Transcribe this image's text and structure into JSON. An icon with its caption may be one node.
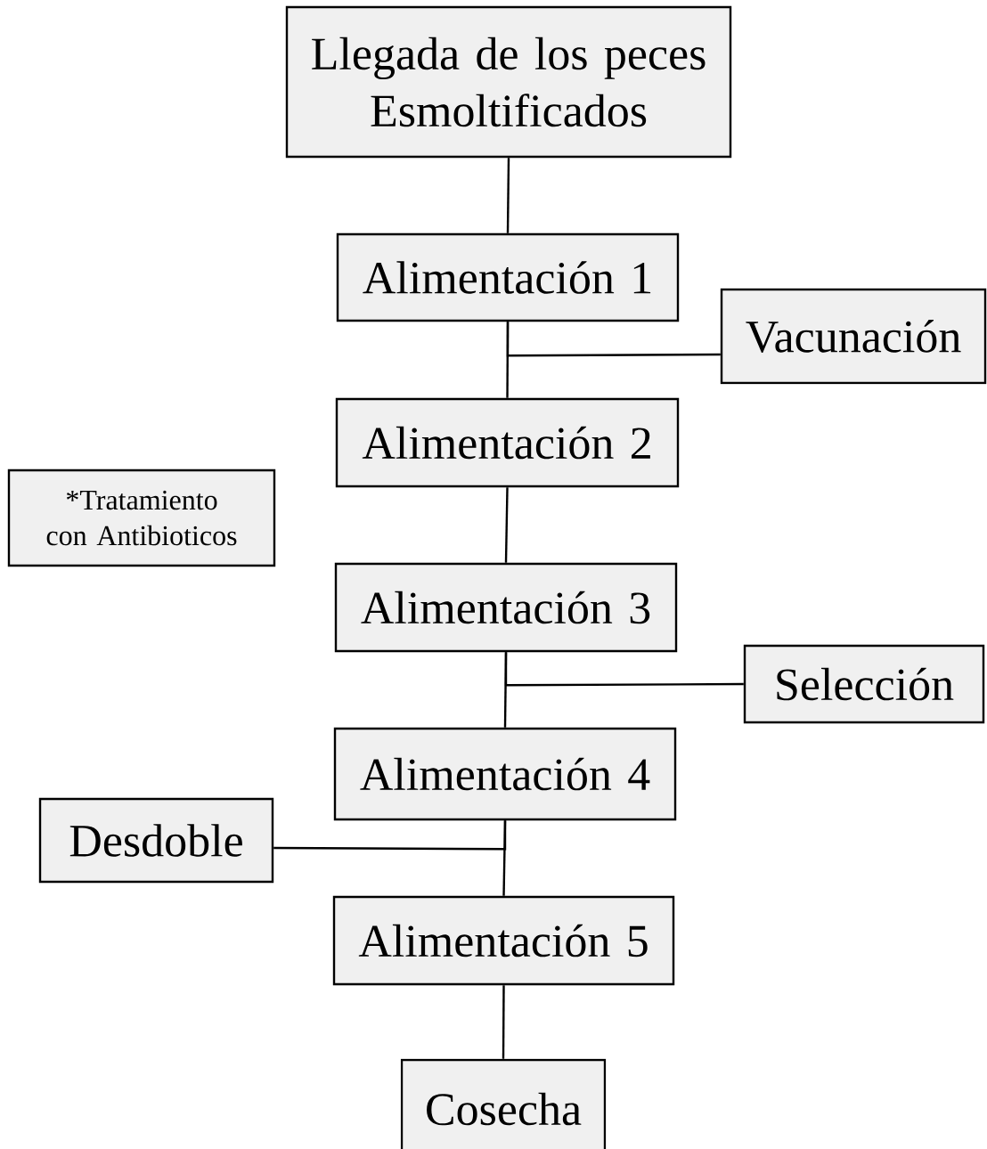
{
  "diagram": {
    "nodes": [
      {
        "text": [
          "Llegada de los peces Esmoltificados"
        ]
      },
      {
        "text": [
          "Alimentación 1"
        ]
      },
      {
        "text": [
          "Vacunación"
        ]
      },
      {
        "text": [
          "Alimentación 2"
        ]
      },
      {
        "text": [
          "*Tratamiento con Antibioticos"
        ]
      },
      {
        "text": [
          "Alimentación 3"
        ]
      },
      {
        "text": [
          "Selección"
        ]
      },
      {
        "text": [
          "Alimentación 4"
        ]
      },
      {
        "text": [
          "Desdoble"
        ]
      },
      {
        "text": [
          "Alimentación 5"
        ]
      },
      {
        "text": [
          "Cosecha"
        ]
      }
    ],
    "edges": [
      {
        "from": 0,
        "to": 1,
        "arrow": "none"
      },
      {
        "from": 1,
        "to": 3,
        "arrow": "none"
      },
      {
        "from": 1,
        "to": 2,
        "arrow": "none"
      },
      {
        "from": 3,
        "to": 5,
        "arrow": "none"
      },
      {
        "from": 5,
        "to": 7,
        "arrow": "none"
      },
      {
        "from": 5,
        "to": 6,
        "arrow": "none"
      },
      {
        "from": 7,
        "to": 9,
        "arrow": "none"
      },
      {
        "from": 7,
        "to": 8,
        "arrow": "none"
      },
      {
        "from": 9,
        "to": 10,
        "arrow": "none"
      }
    ]
  }
}
